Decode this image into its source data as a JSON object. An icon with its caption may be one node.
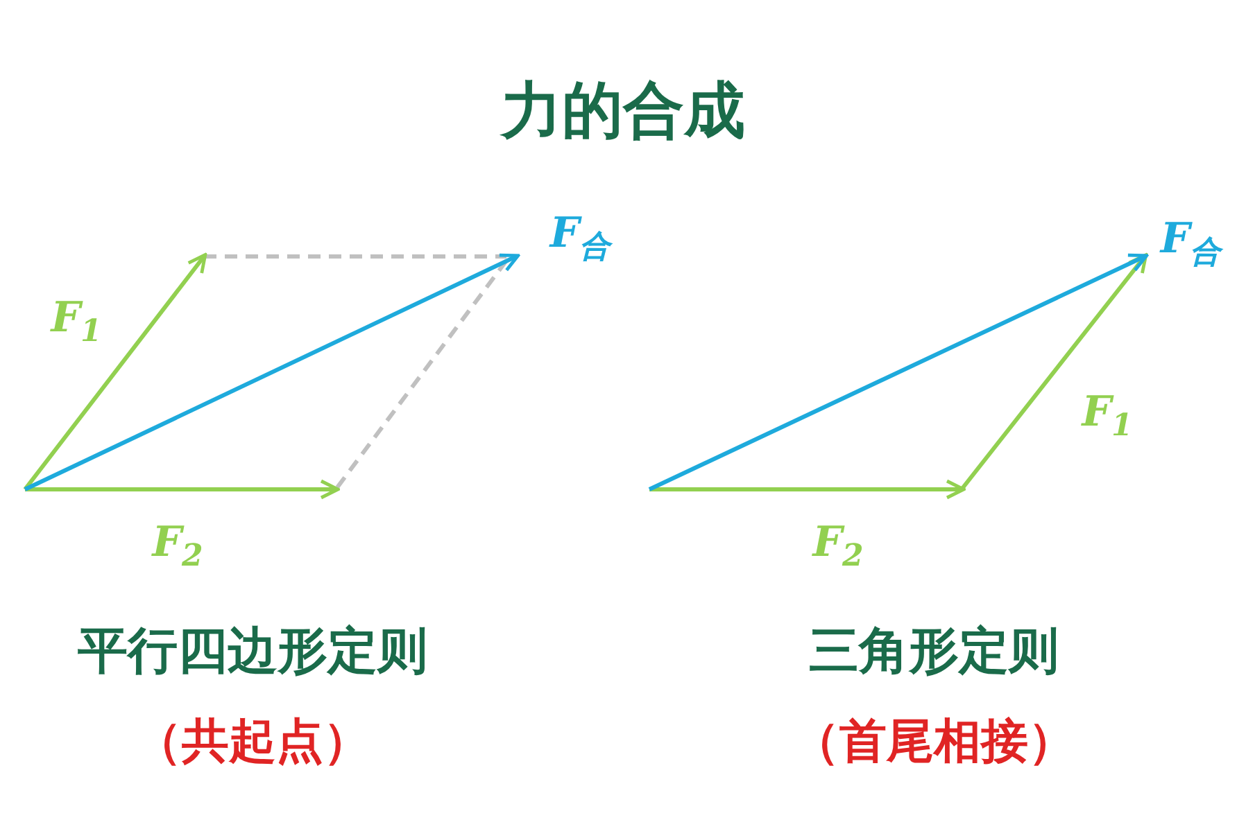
{
  "diagram": {
    "title": "力的合成",
    "labels": [
      "F$_{合}$",
      "F$_{合}$",
      "F$_{1}$",
      "F$_{1}$",
      "F$_{2}$",
      "F$_{2}$",
      "平行四边形定则",
      "（共起点）",
      "三角形定则",
      "（首尾相接）"
    ]
  }
}
